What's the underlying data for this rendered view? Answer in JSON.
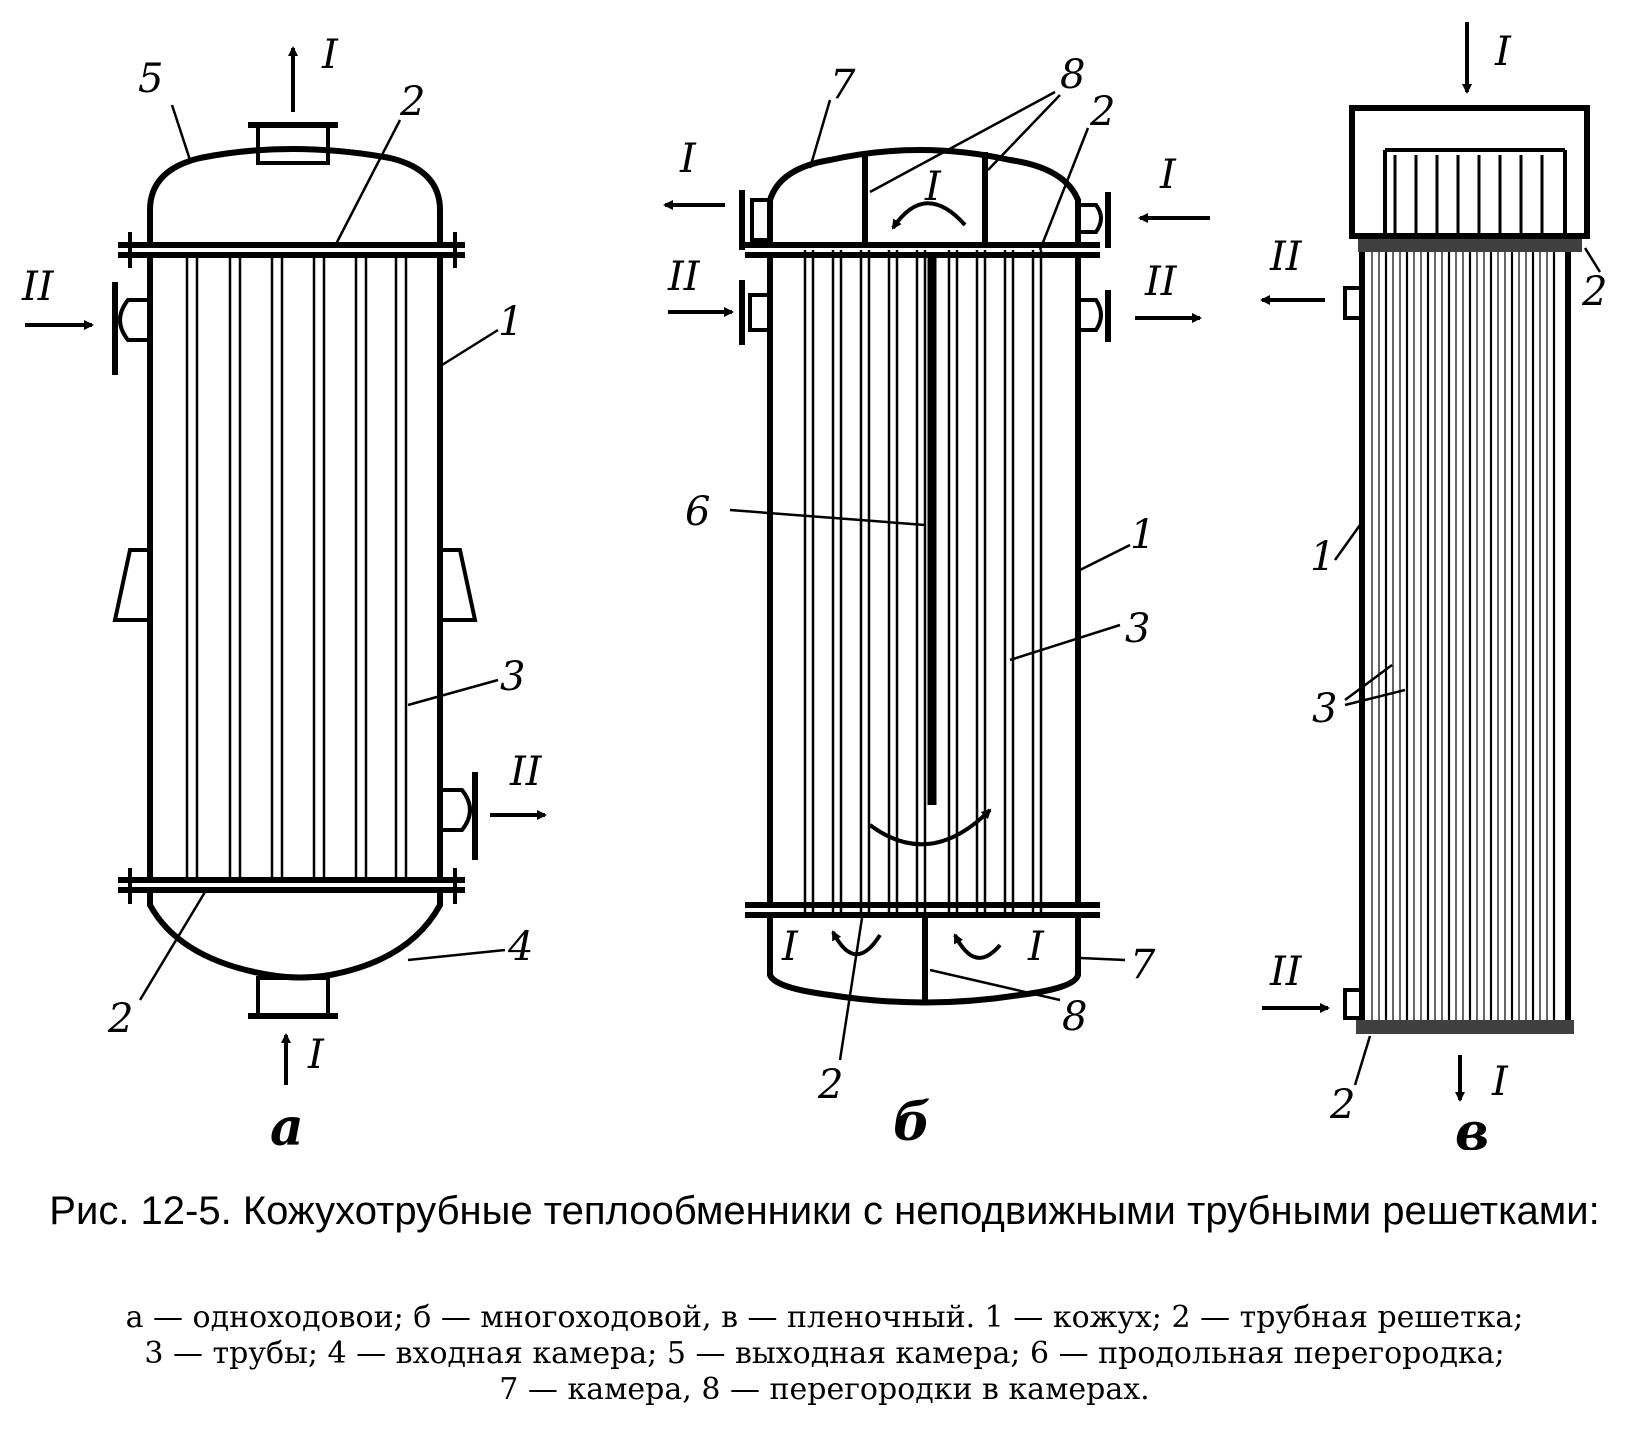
{
  "figure": {
    "sub_a": "а",
    "sub_b": "б",
    "sub_v": "в",
    "diagram_a": {
      "flow_out": "I",
      "flow_in": "I",
      "side_in": "II",
      "side_out": "II",
      "num_5": "5",
      "num_2_top": "2",
      "num_1": "1",
      "num_3": "3",
      "num_4": "4",
      "num_2_bottom": "2"
    },
    "diagram_b": {
      "flow_out_left": "I",
      "flow_in_right": "I",
      "flow_side_left": "II",
      "flow_side_right": "II",
      "turn_top": "I",
      "turn_bottom_left": "I",
      "turn_bottom_right": "I",
      "num_7_top": "7",
      "num_8_top": "8",
      "num_2_top": "2",
      "num_6": "6",
      "num_1": "1",
      "num_3": "3",
      "num_7_bottom": "7",
      "num_8_bottom": "8",
      "num_2_bottom": "2"
    },
    "diagram_v": {
      "flow_top": "I",
      "flow_bottom": "I",
      "side_out": "II",
      "side_in": "II",
      "num_2_top": "2",
      "num_1": "1",
      "num_3": "3",
      "num_2_bottom": "2"
    }
  },
  "caption": {
    "title": "Рис. 12-5. Кожухотрубные теплообменники с неподвижными трубными решетками:",
    "legend_line1": "а — одноходовои; б — многоходовой, в — пленочный. 1 — кожух; 2 — трубная решетка;",
    "legend_line2": "3 — трубы; 4 — входная камера; 5 — выходная камера; 6 — продольная перегородка;",
    "legend_line3": "7 — камера, 8 — перегородки в камерах."
  }
}
